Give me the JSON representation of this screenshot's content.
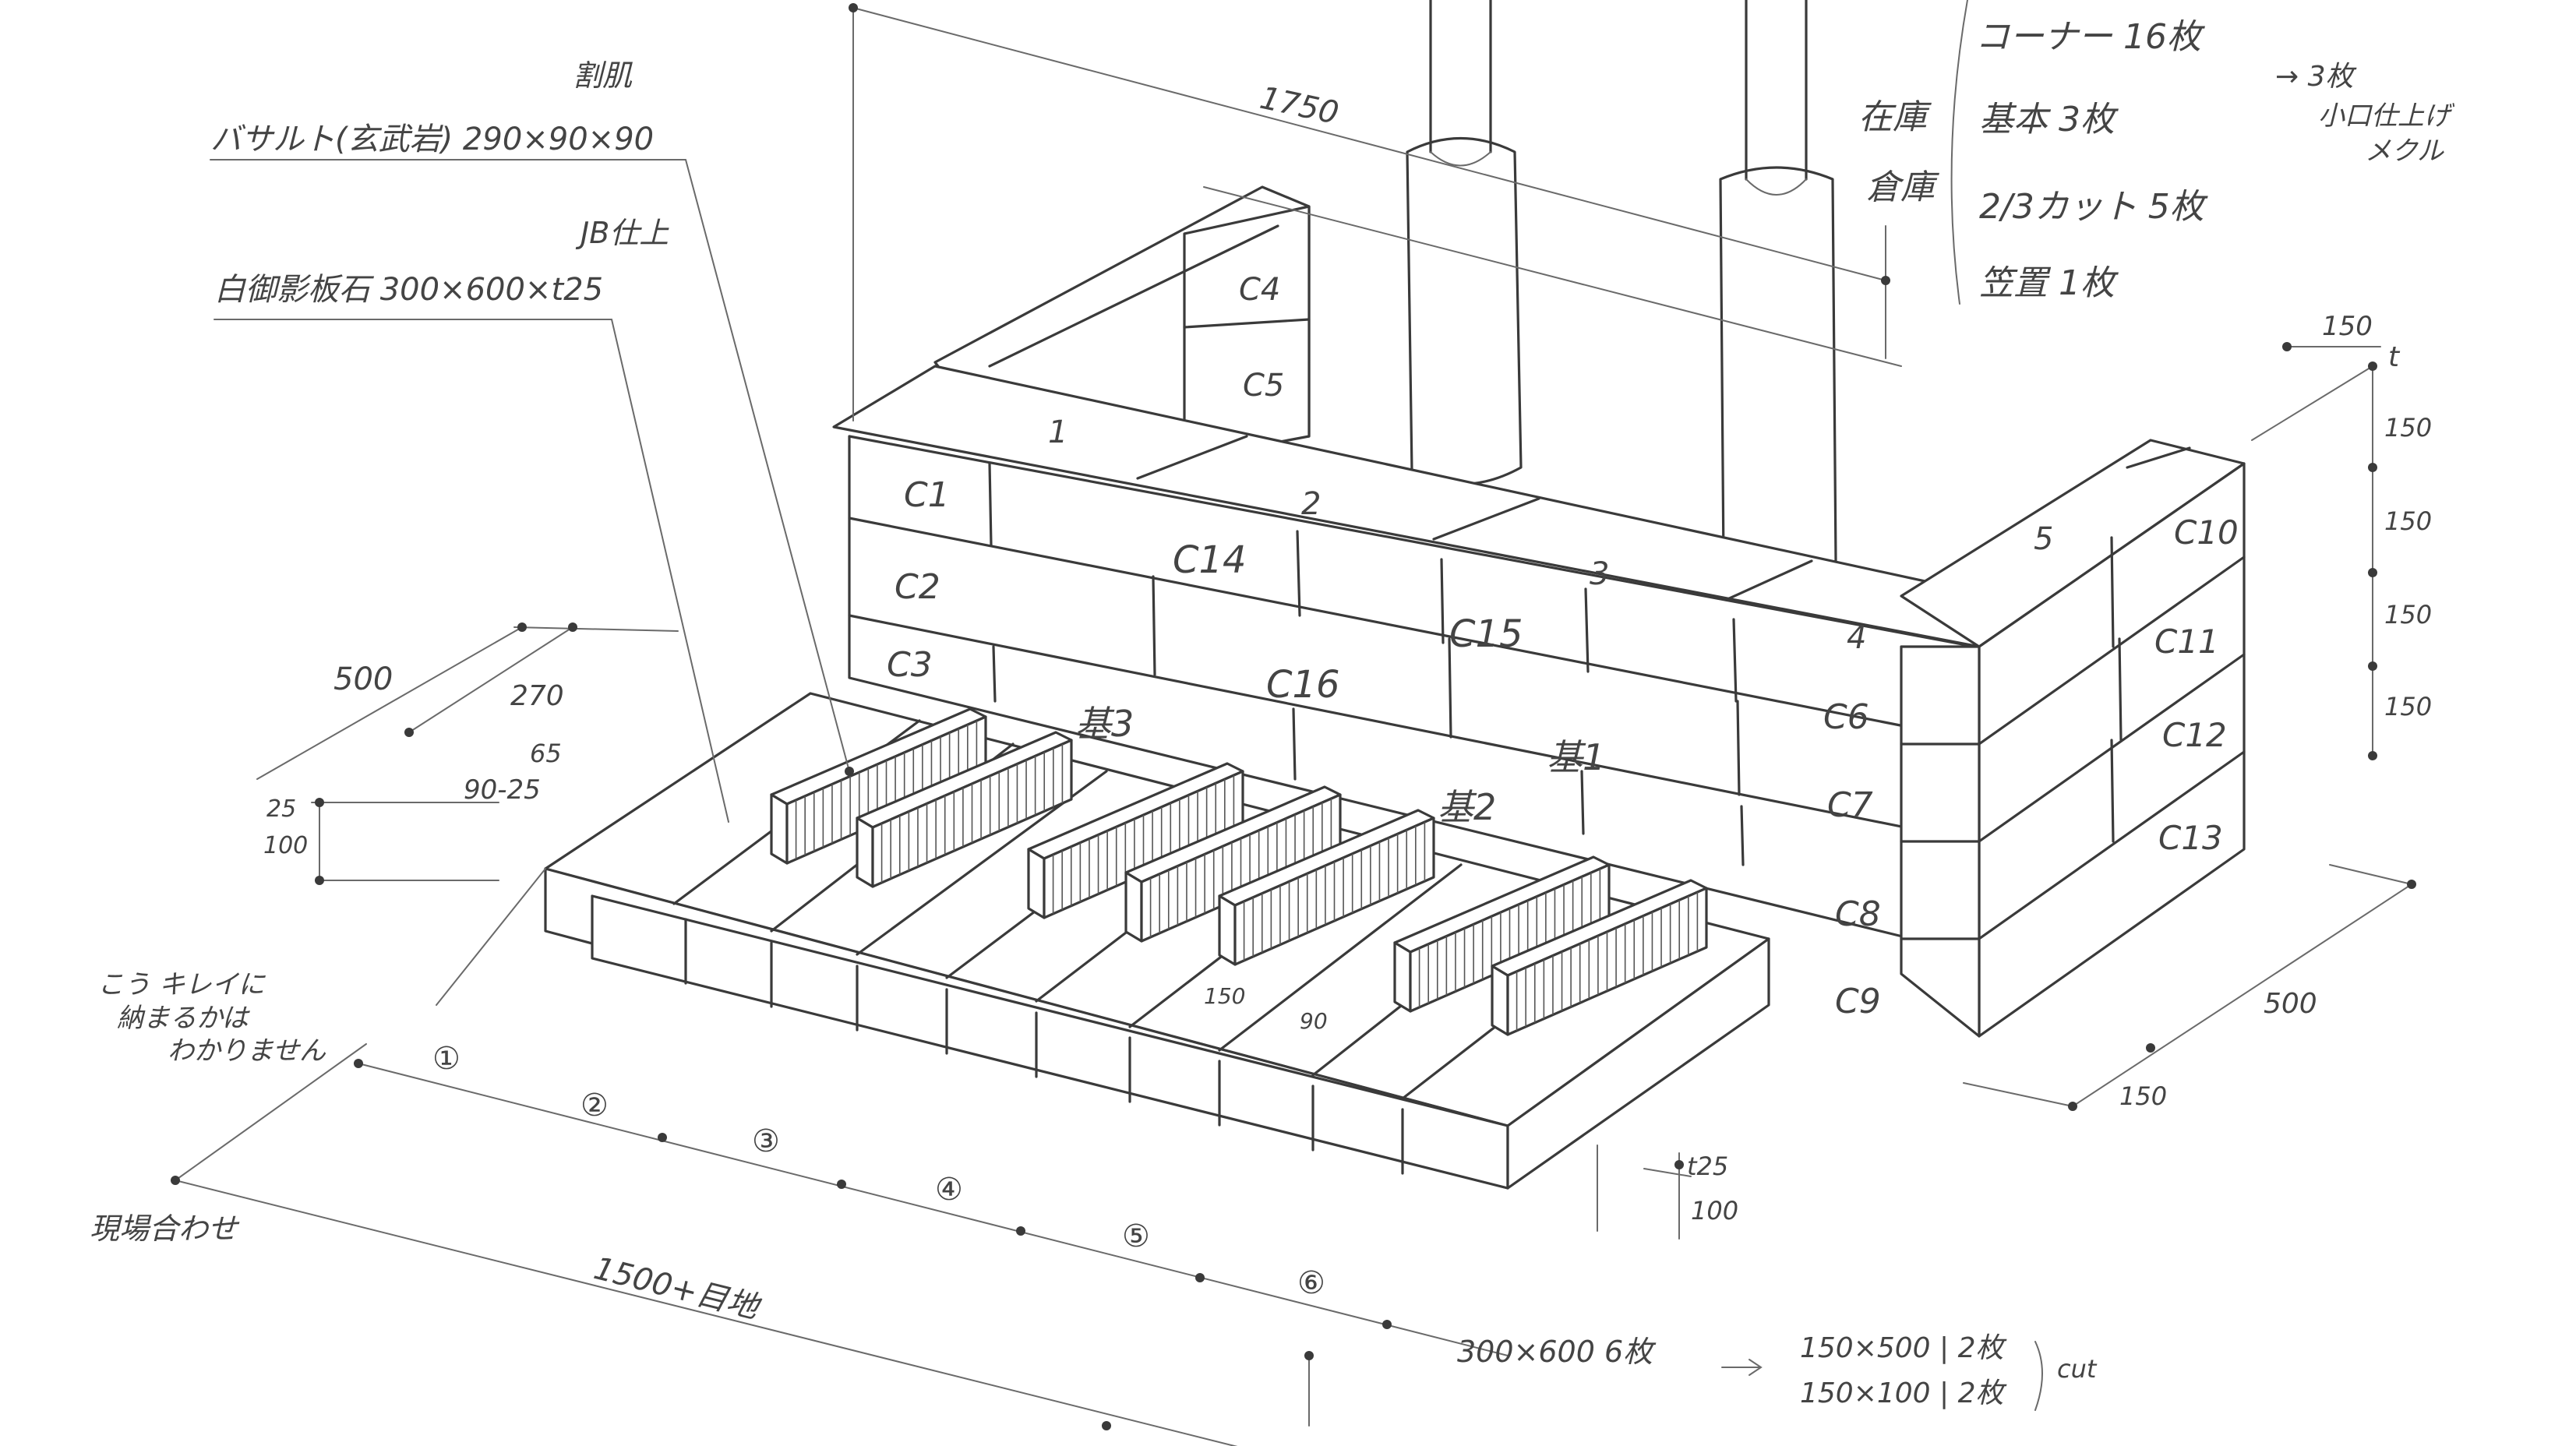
{
  "annotations": {
    "surface_finish": "割肌",
    "basalt_spec": "バサルト(玄武岩) 290×90×90",
    "jb_finish": "JB仕上",
    "granite_spec": "白御影板石 300×600×t25",
    "fit_note_1": "こう キレイに",
    "fit_note_2": "納まるかは",
    "fit_note_3": "わかりません",
    "site_adjust": "現場合わせ",
    "storage": "倉庫",
    "stock_label": "在庫"
  },
  "stock_list": {
    "corner": "コーナー  16枚",
    "basic": "基本  3枚",
    "cut_two_thirds": "2/3カット 5枚",
    "cap": "笠置  1枚",
    "arrow_note_1": "→ 3枚",
    "arrow_note_2": "小口仕上げ",
    "arrow_note_3": "メクル"
  },
  "dimensions": {
    "top_length": "1750",
    "left_depth": "500",
    "inner_270": "270",
    "d65": "65",
    "d90_25": "90-25",
    "d25": "25",
    "d100": "100",
    "right_150_top": "150",
    "right_t": "t",
    "right_150_a": "150",
    "right_150_b": "150",
    "right_150_c": "150",
    "right_150_d": "150",
    "right_500": "500",
    "right_150_bottom": "150",
    "front_t25": "t25",
    "front_100": "100",
    "slab_150": "150",
    "slab_90": "90",
    "bottom_length": "1500+目地"
  },
  "slab_numbers": [
    "①",
    "②",
    "③",
    "④",
    "⑤",
    "⑥"
  ],
  "blocks": {
    "c1": "C1",
    "c2": "C2",
    "c3": "C3",
    "c4": "C4",
    "c5": "C5",
    "c6": "C6",
    "c7": "C7",
    "c8": "C8",
    "c9": "C9",
    "c10": "C10",
    "c11": "C11",
    "c12": "C12",
    "c13": "C13",
    "c14": "C14",
    "c15": "C15",
    "c16": "C16",
    "b1": "1",
    "b2": "2",
    "b3": "3",
    "b4": "4",
    "b5": "5",
    "k1": "基1",
    "k2": "基2",
    "k3": "基3"
  },
  "cut_list": {
    "source": "300×600  6枚",
    "cut_a": "150×500 | 2枚",
    "cut_b": "150×100 | 2枚",
    "cut_word": "cut"
  }
}
